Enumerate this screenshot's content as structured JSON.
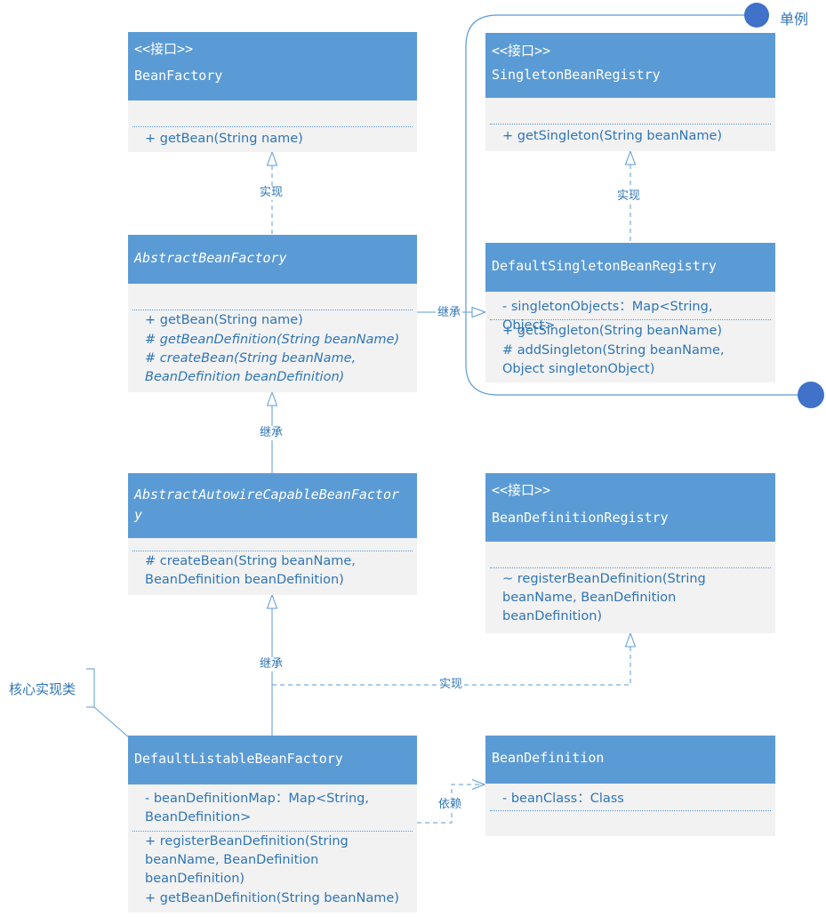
{
  "colors": {
    "header": "#5b9bd5",
    "body": "#f2f2f2",
    "text": "#2e75b6",
    "line": "#5b9bd5",
    "dot": "#3f72c8"
  },
  "singleton_group": {
    "label": "单例"
  },
  "core_note": {
    "label": "核心实现类"
  },
  "classes": {
    "bean_factory": {
      "stereotype": "<<接口>>",
      "name": "BeanFactory",
      "methods": [
        "+ getBean(String name)"
      ]
    },
    "abstract_bean_factory": {
      "name": "AbstractBeanFactory",
      "methods": [
        "+ getBean(String name)",
        "# getBeanDefinition(String beanName)",
        "# createBean(String beanName, BeanDefinition beanDefinition)"
      ]
    },
    "abstract_autowire": {
      "name_line1": "AbstractAutowireCapableBeanFactor",
      "name_line2": "y",
      "methods": [
        "# createBean(String beanName, BeanDefinition beanDefinition)"
      ]
    },
    "default_listable": {
      "name": "DefaultListableBeanFactory",
      "attributes": [
        "- beanDefinitionMap：Map<String, BeanDefinition>"
      ],
      "methods": [
        "+ registerBeanDefinition(String beanName, BeanDefinition beanDefinition)",
        "+ getBeanDefinition(String beanName)"
      ]
    },
    "singleton_registry": {
      "stereotype": "<<接口>>",
      "name": "SingletonBeanRegistry",
      "methods": [
        "+ getSingleton(String beanName)"
      ]
    },
    "default_singleton_registry": {
      "name": "DefaultSingletonBeanRegistry",
      "attributes": [
        "- singletonObjects：Map<String, Object>"
      ],
      "methods": [
        "+ getSingleton(String beanName)",
        "# addSingleton(String beanName, Object singletonObject)"
      ]
    },
    "bean_definition_registry": {
      "stereotype": "<<接口>>",
      "name": "BeanDefinitionRegistry",
      "methods": [
        "~ registerBeanDefinition(String beanName, BeanDefinition beanDefinition)"
      ]
    },
    "bean_definition": {
      "name": "BeanDefinition",
      "attributes": [
        "- beanClass：Class"
      ]
    }
  },
  "relations": {
    "abf_implements_bf": "实现",
    "abf_extends_dsbr": "继承",
    "aacbf_extends_abf": "继承",
    "dlbf_extends_aacbf": "继承",
    "dlbf_implements_bdr": "实现",
    "dsbr_implements_sbr": "实现",
    "dlbf_depends_bd": "依赖"
  }
}
